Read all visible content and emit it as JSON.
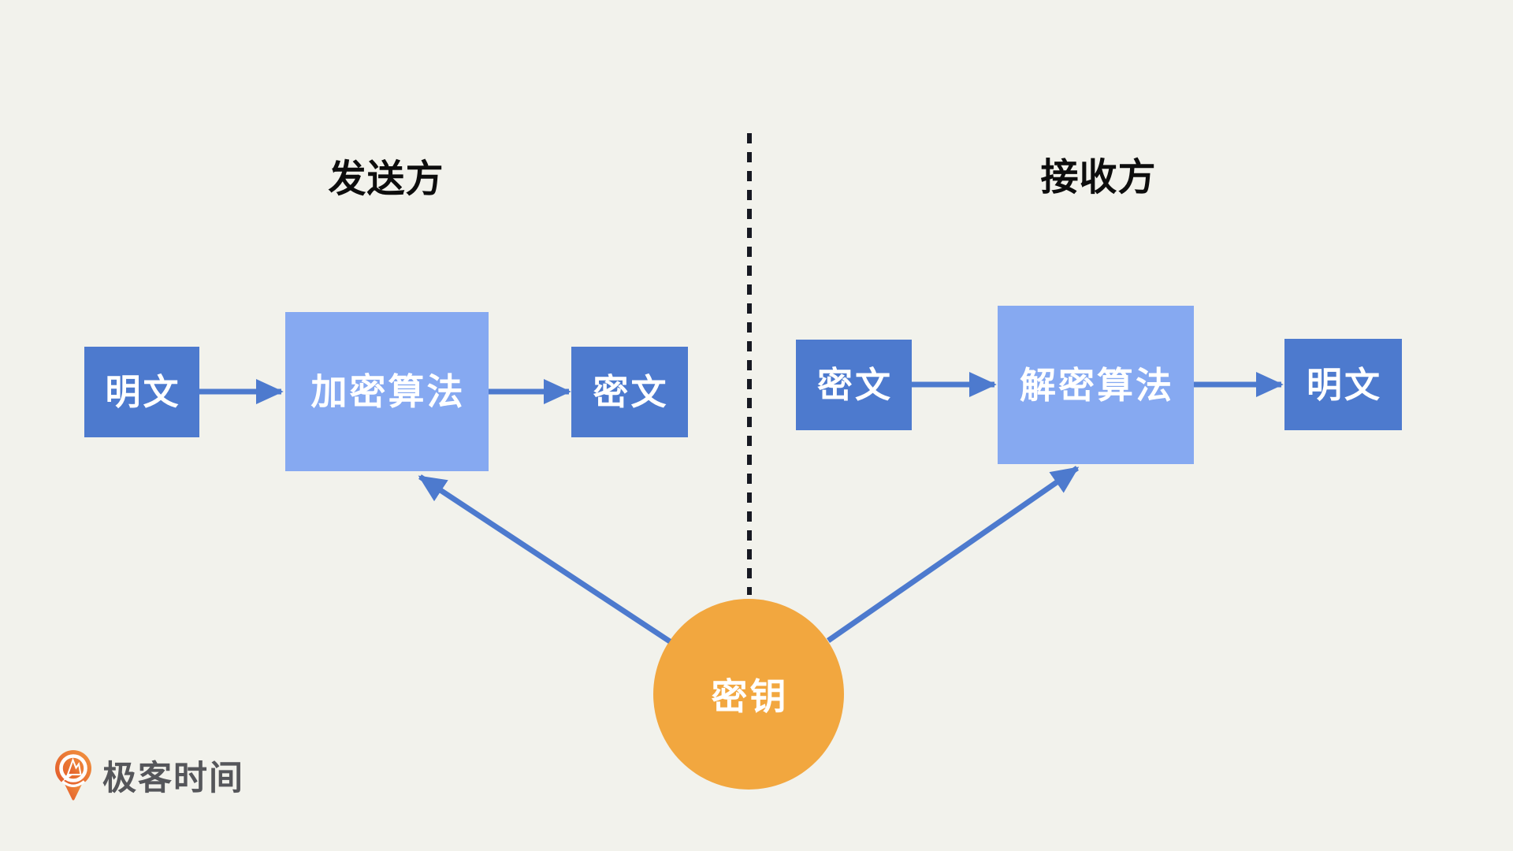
{
  "colors": {
    "bg": "#f2f2ec",
    "node_dark": "#4d7ace",
    "node_light": "#86a9f1",
    "key_orange": "#f2a73f",
    "arrow": "#4d7ace",
    "divider": "#171922",
    "title_text": "#0d0d0d",
    "node_text": "#ffffff",
    "logo_text": "#55565a",
    "logo_orange_light": "#f2953f",
    "logo_orange_dark": "#e1572a"
  },
  "titles": {
    "sender": "发送方",
    "receiver": "接收方"
  },
  "nodes": {
    "sender_plaintext": {
      "label": "明文"
    },
    "sender_encrypt": {
      "label": "加密算法"
    },
    "sender_ciphertext": {
      "label": "密文"
    },
    "receiver_ciphertext": {
      "label": "密文"
    },
    "receiver_decrypt": {
      "label": "解密算法"
    },
    "receiver_plaintext": {
      "label": "明文"
    },
    "key": {
      "label": "密钥"
    }
  },
  "arrows": [
    {
      "from": "sender_plaintext",
      "to": "sender_encrypt"
    },
    {
      "from": "sender_encrypt",
      "to": "sender_ciphertext"
    },
    {
      "from": "receiver_ciphertext",
      "to": "receiver_decrypt"
    },
    {
      "from": "receiver_decrypt",
      "to": "receiver_plaintext"
    },
    {
      "from": "key",
      "to": "sender_encrypt"
    },
    {
      "from": "key",
      "to": "receiver_decrypt"
    }
  ],
  "logo": {
    "text": "极客时间"
  }
}
